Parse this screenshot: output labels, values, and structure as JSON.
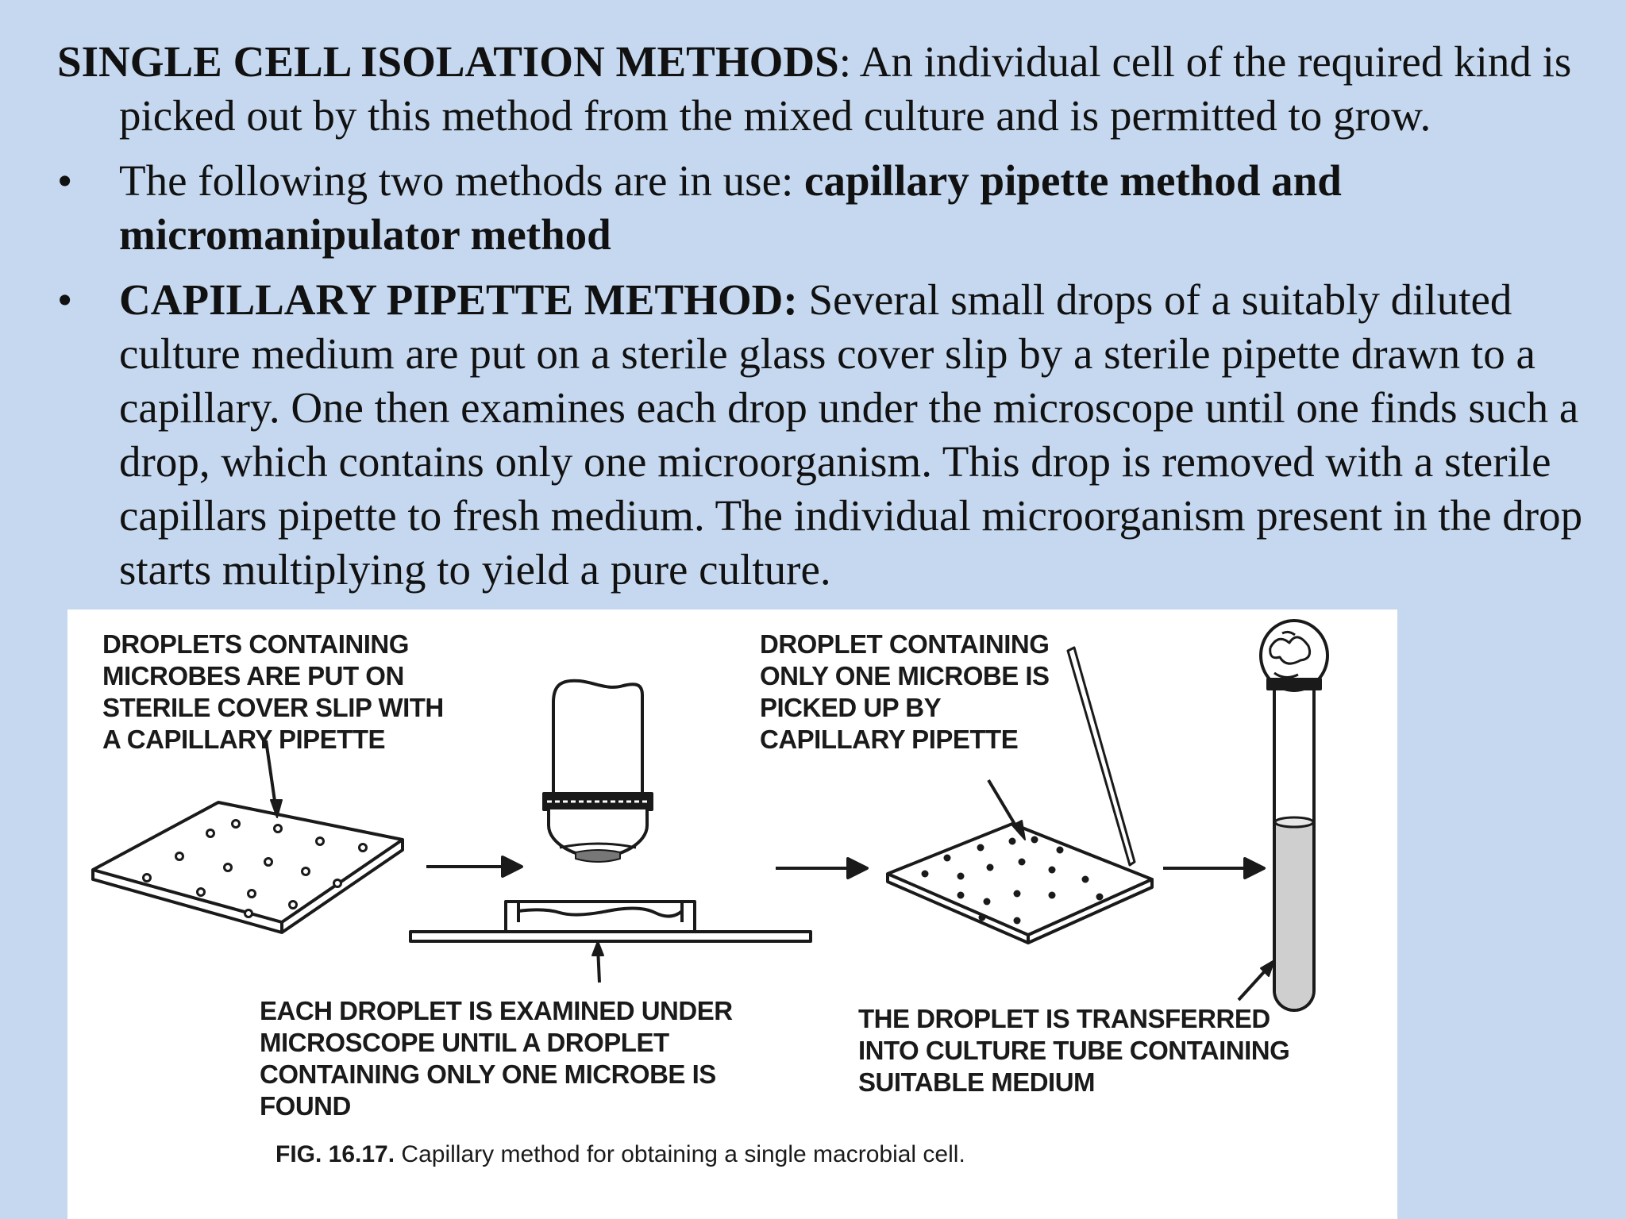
{
  "intro": {
    "heading": "SINGLE CELL ISOLATION METHODS",
    "text": ": An individual cell of the required kind is picked out by this method from the mixed culture and is permitted to grow."
  },
  "bullets": [
    {
      "symbol": "•",
      "text": "The following two methods are in use: ",
      "bold": "capillary pipette method and micromanipulator method"
    },
    {
      "symbol": "•",
      "bold": "CAPILLARY PIPETTE METHOD:",
      "text": " Several small drops of a suitably diluted culture medium are put on a sterile glass cover slip by a sterile pipette drawn to a capillary. One then examines each drop under the microscope until one finds such a drop, which contains only one microorganism. This drop is removed with a sterile capillars pipette to fresh medium. The individual microorganism present in the drop starts multiplying to yield a pure culture."
    }
  ],
  "figure": {
    "label_step1": [
      "DROPLETS CONTAINING",
      "MICROBES ARE PUT ON",
      "STERILE COVER SLIP WITH",
      "A CAPILLARY PIPETTE"
    ],
    "label_step2": [
      "EACH DROPLET IS EXAMINED UNDER",
      "MICROSCOPE UNTIL A DROPLET",
      "CONTAINING ONLY ONE MICROBE IS",
      "FOUND"
    ],
    "label_step3": [
      "DROPLET CONTAINING",
      "ONLY ONE MICROBE IS",
      "PICKED UP BY",
      "CAPILLARY PIPETTE"
    ],
    "label_step4": [
      "THE DROPLET IS TRANSFERRED",
      "INTO CULTURE TUBE CONTAINING",
      "SUITABLE MEDIUM"
    ],
    "caption_number": "FIG. 16.17.",
    "caption_text": " Capillary method for obtaining a single macrobial cell."
  }
}
